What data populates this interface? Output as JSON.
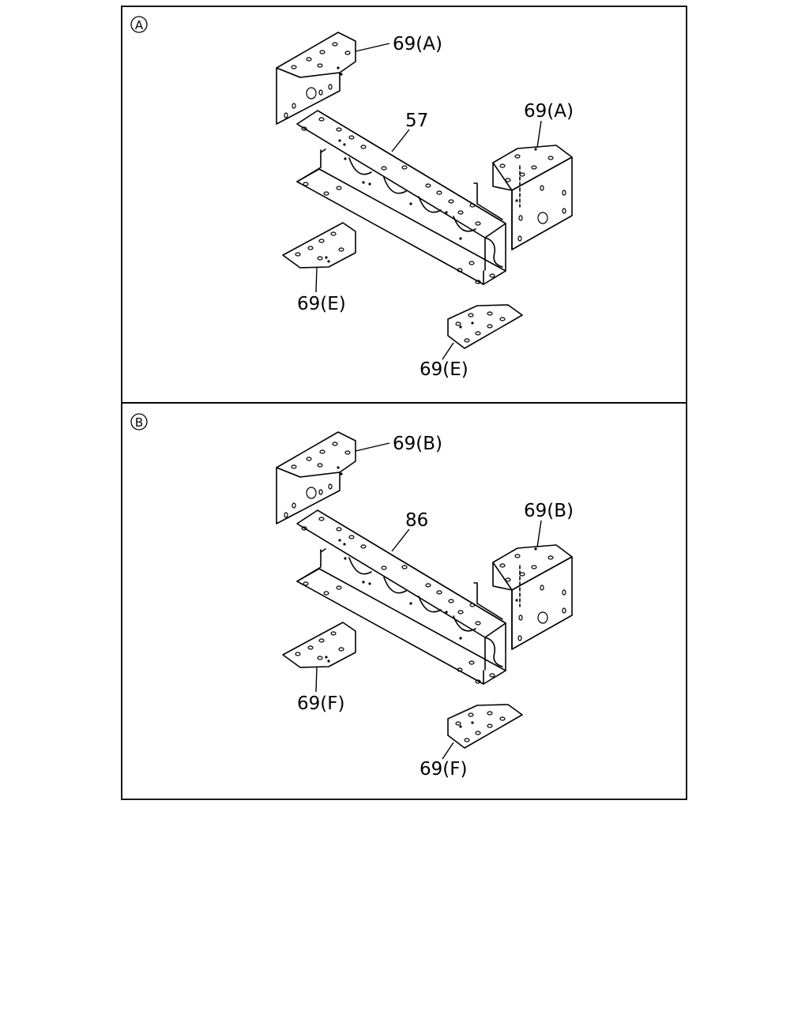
{
  "panels": [
    {
      "marker": "A",
      "callouts": {
        "top_left_bracket": "69(A)",
        "beam": "57",
        "right_bracket": "69(A)",
        "left_plate": "69(E)",
        "right_plate": "69(E)"
      }
    },
    {
      "marker": "B",
      "callouts": {
        "top_left_bracket": "69(B)",
        "beam": "86",
        "right_bracket": "69(B)",
        "left_plate": "69(F)",
        "right_plate": "69(F)"
      }
    }
  ],
  "colors": {
    "line": "#000000",
    "background": "#ffffff"
  },
  "icons": [
    "circled-letter-a-icon",
    "circled-letter-b-icon"
  ]
}
